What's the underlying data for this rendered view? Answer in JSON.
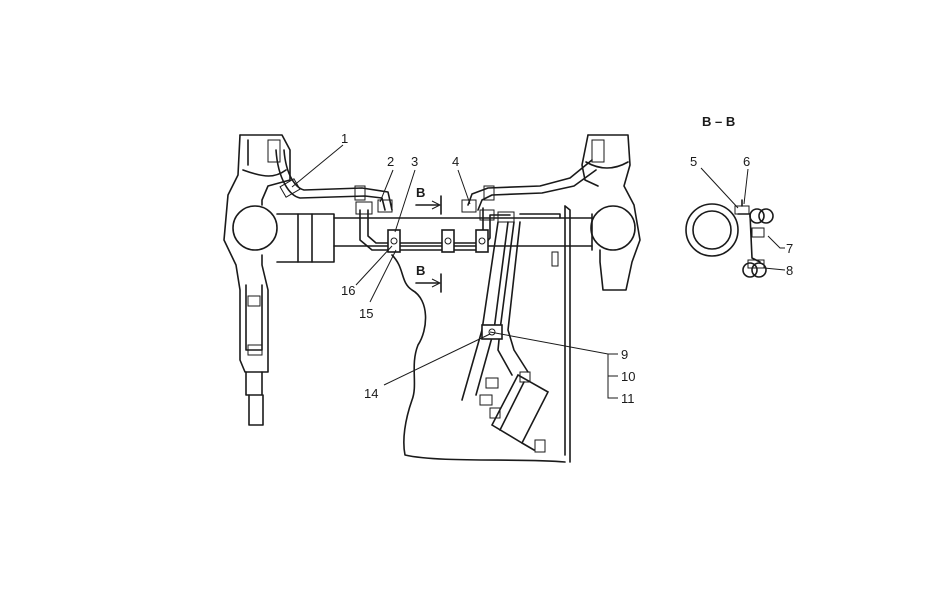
{
  "section_title": "В – В",
  "section_mark_upper": "В",
  "section_mark_lower": "В",
  "callouts": {
    "c1": "1",
    "c2": "2",
    "c3": "3",
    "c4": "4",
    "c5": "5",
    "c6": "6",
    "c7": "7",
    "c8": "8",
    "c9": "9",
    "c10": "10",
    "c11": "11",
    "c14": "14",
    "c15": "15",
    "c16": "16"
  }
}
